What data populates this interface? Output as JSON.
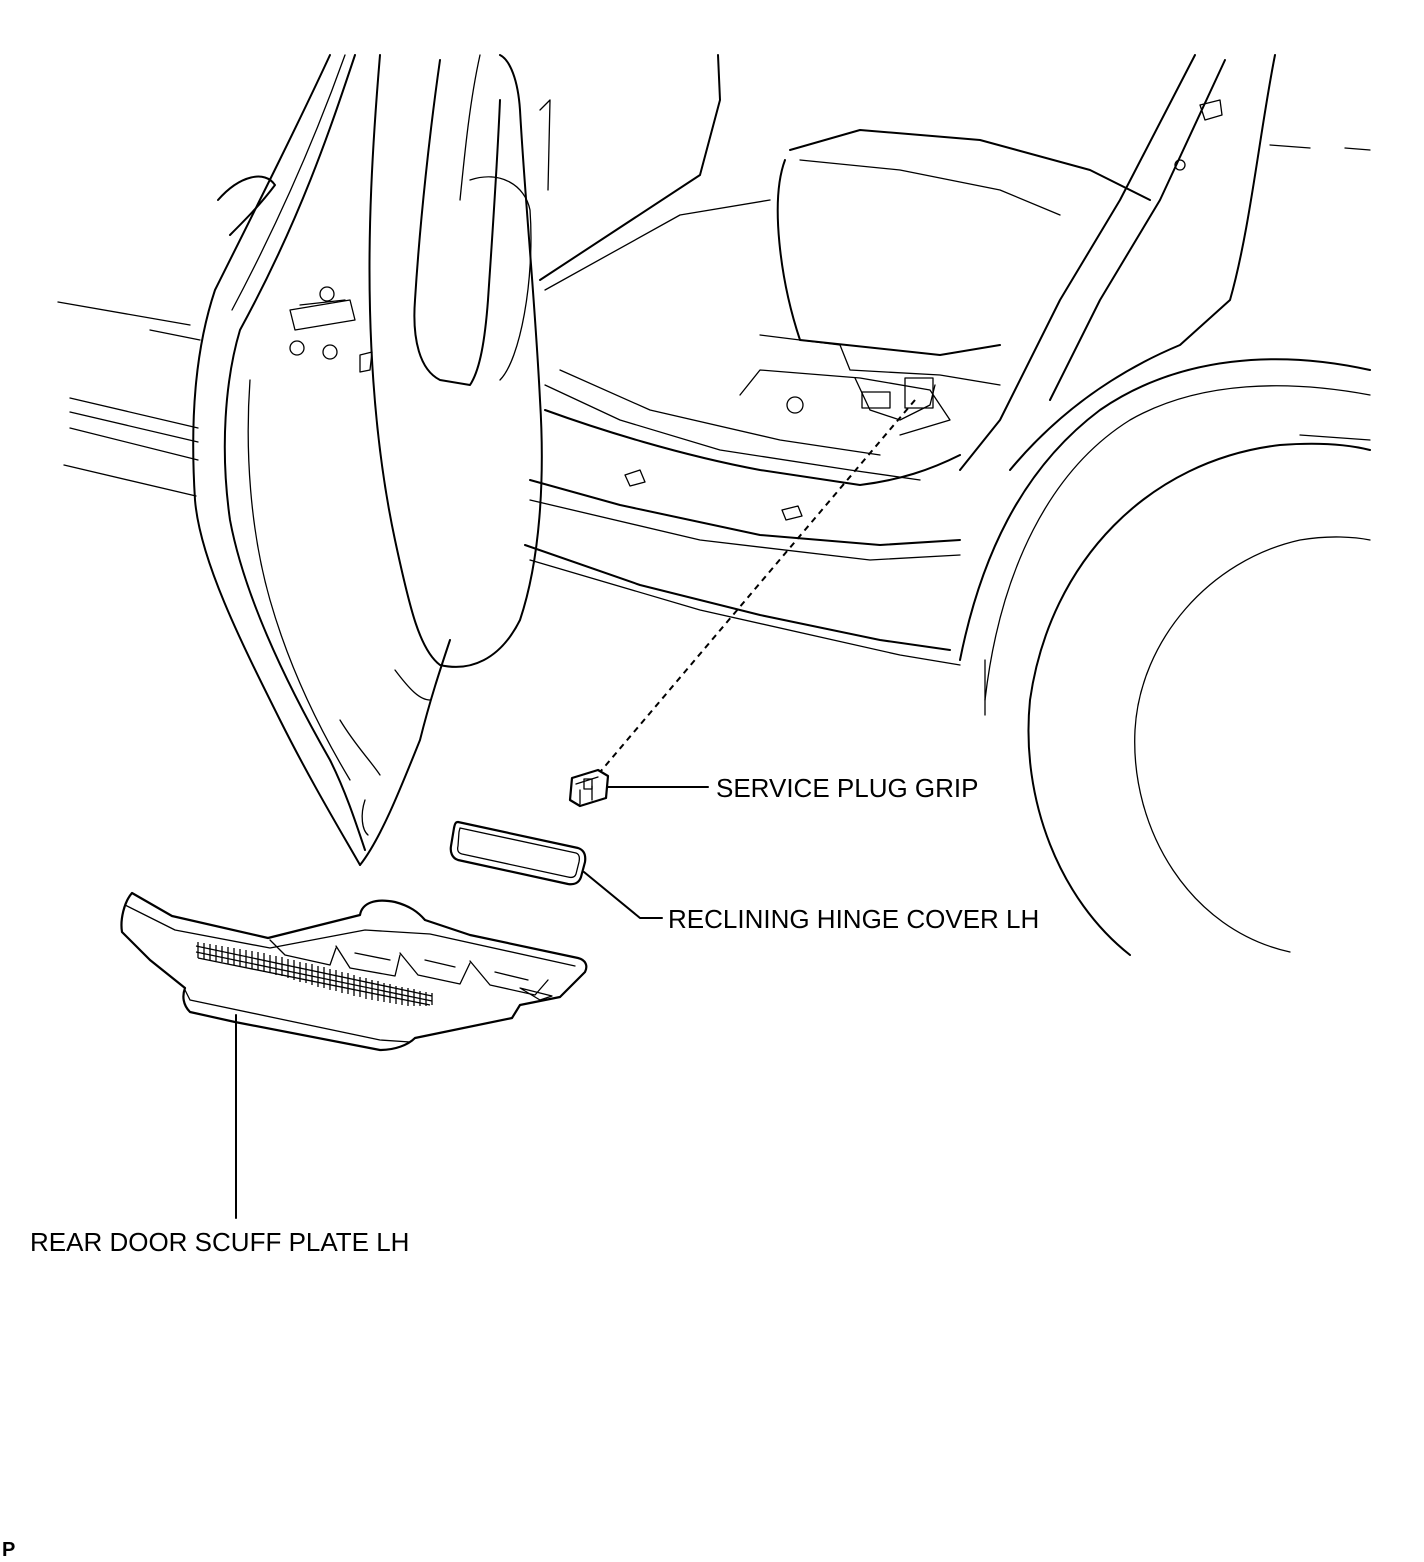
{
  "labels": {
    "service_plug_grip": "SERVICE PLUG GRIP",
    "reclining_hinge_cover": "RECLINING HINGE COVER LH",
    "rear_door_scuff_plate": "REAR DOOR SCUFF PLATE LH"
  },
  "corner_mark": "P"
}
